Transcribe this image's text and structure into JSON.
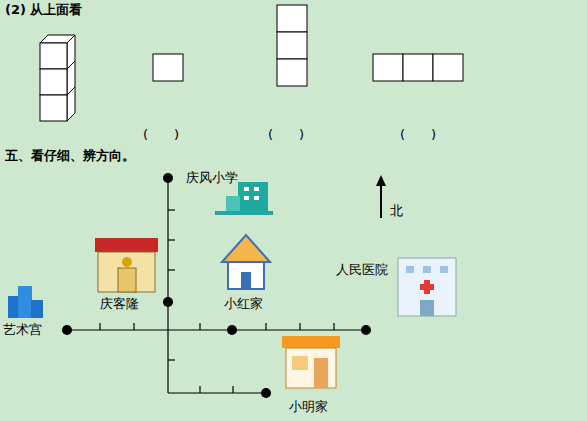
{
  "diagram": {
    "title": "(2) 从上面看",
    "labels": [
      "(　　)",
      "(　　)",
      "(　　)",
      "五、看仔细、辨方向。",
      "庆风小学",
      "北",
      "庆客隆",
      "小红家",
      "人民医院",
      "艺术宫",
      "小明家"
    ]
  }
}
